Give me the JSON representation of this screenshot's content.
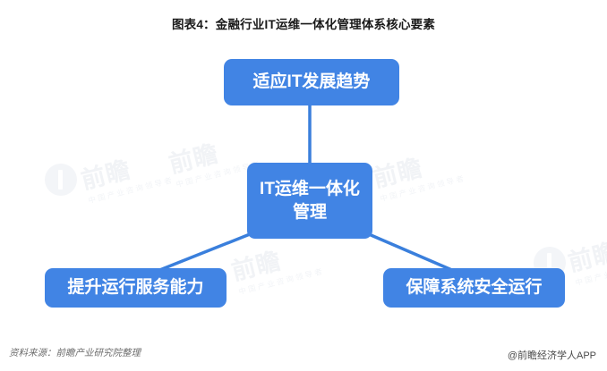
{
  "title": "图表4：金融行业IT运维一体化管理体系核心要素",
  "diagram": {
    "nodes": {
      "top": "适应IT发展趋势",
      "center": "IT运维一体化管理",
      "bottom_left": "提升运行服务能力",
      "bottom_right": "保障系统安全运行"
    },
    "node_color": "#4184e4",
    "node_text_color": "#ffffff",
    "connector_color": "#3a7fdc",
    "connections": [
      {
        "from": "top",
        "to": "center"
      },
      {
        "from": "center",
        "to": "bottom_left"
      },
      {
        "from": "center",
        "to": "bottom_right"
      }
    ]
  },
  "watermark": {
    "brand": "前瞻",
    "subtitle": "中国产业咨询领导者"
  },
  "footer": {
    "source": "资料来源：前瞻产业研究院整理",
    "brand": "@前瞻经济学人APP"
  }
}
